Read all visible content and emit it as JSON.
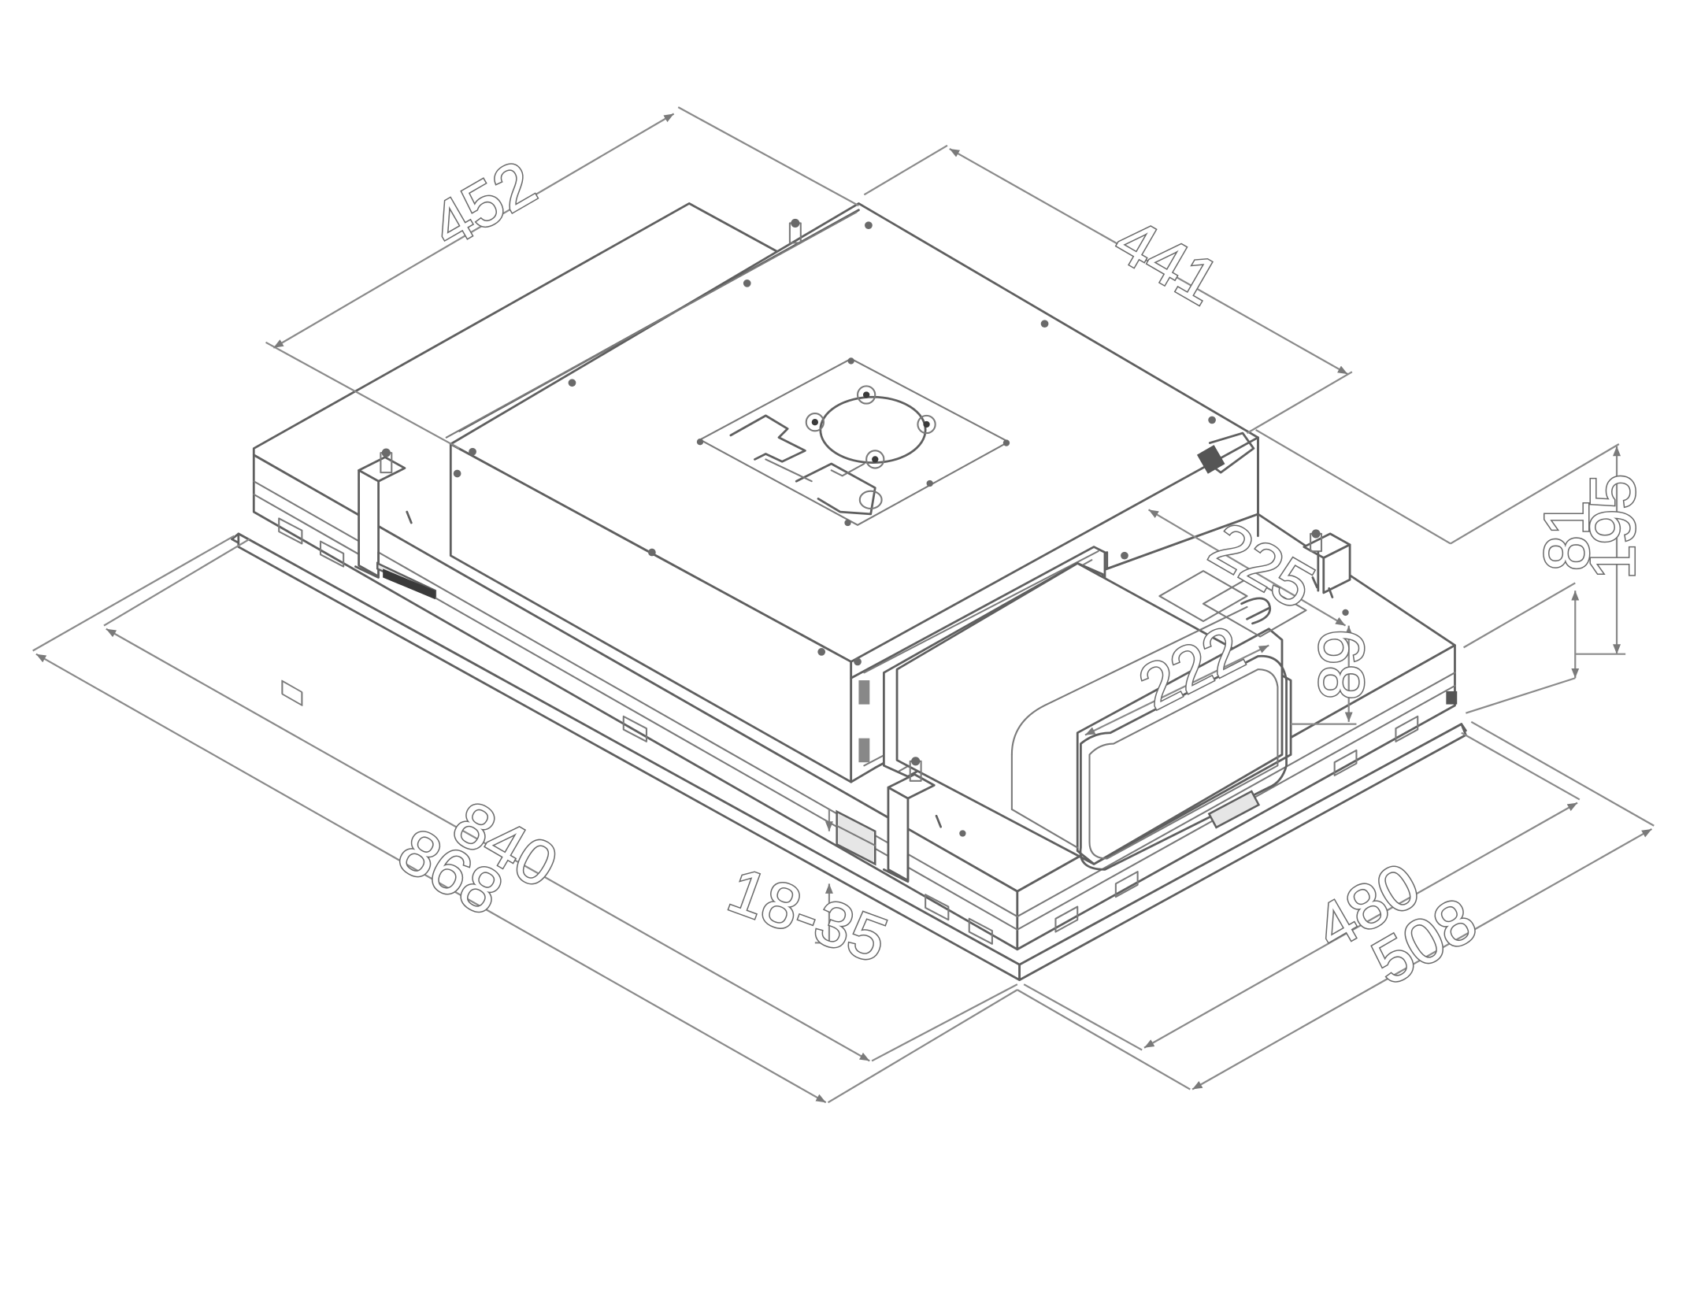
{
  "colors": {
    "line": "#5f5f5f",
    "dimension": "#8a8a8a",
    "background": "#ffffff"
  },
  "dimensions": {
    "d452": "452",
    "d441": "441",
    "d225": "225",
    "d222": "222",
    "d89": "89",
    "d81": "81",
    "d195": "195",
    "d840": "840",
    "d868": "868",
    "d480": "480",
    "d508": "508",
    "d18_35": "18-35"
  }
}
